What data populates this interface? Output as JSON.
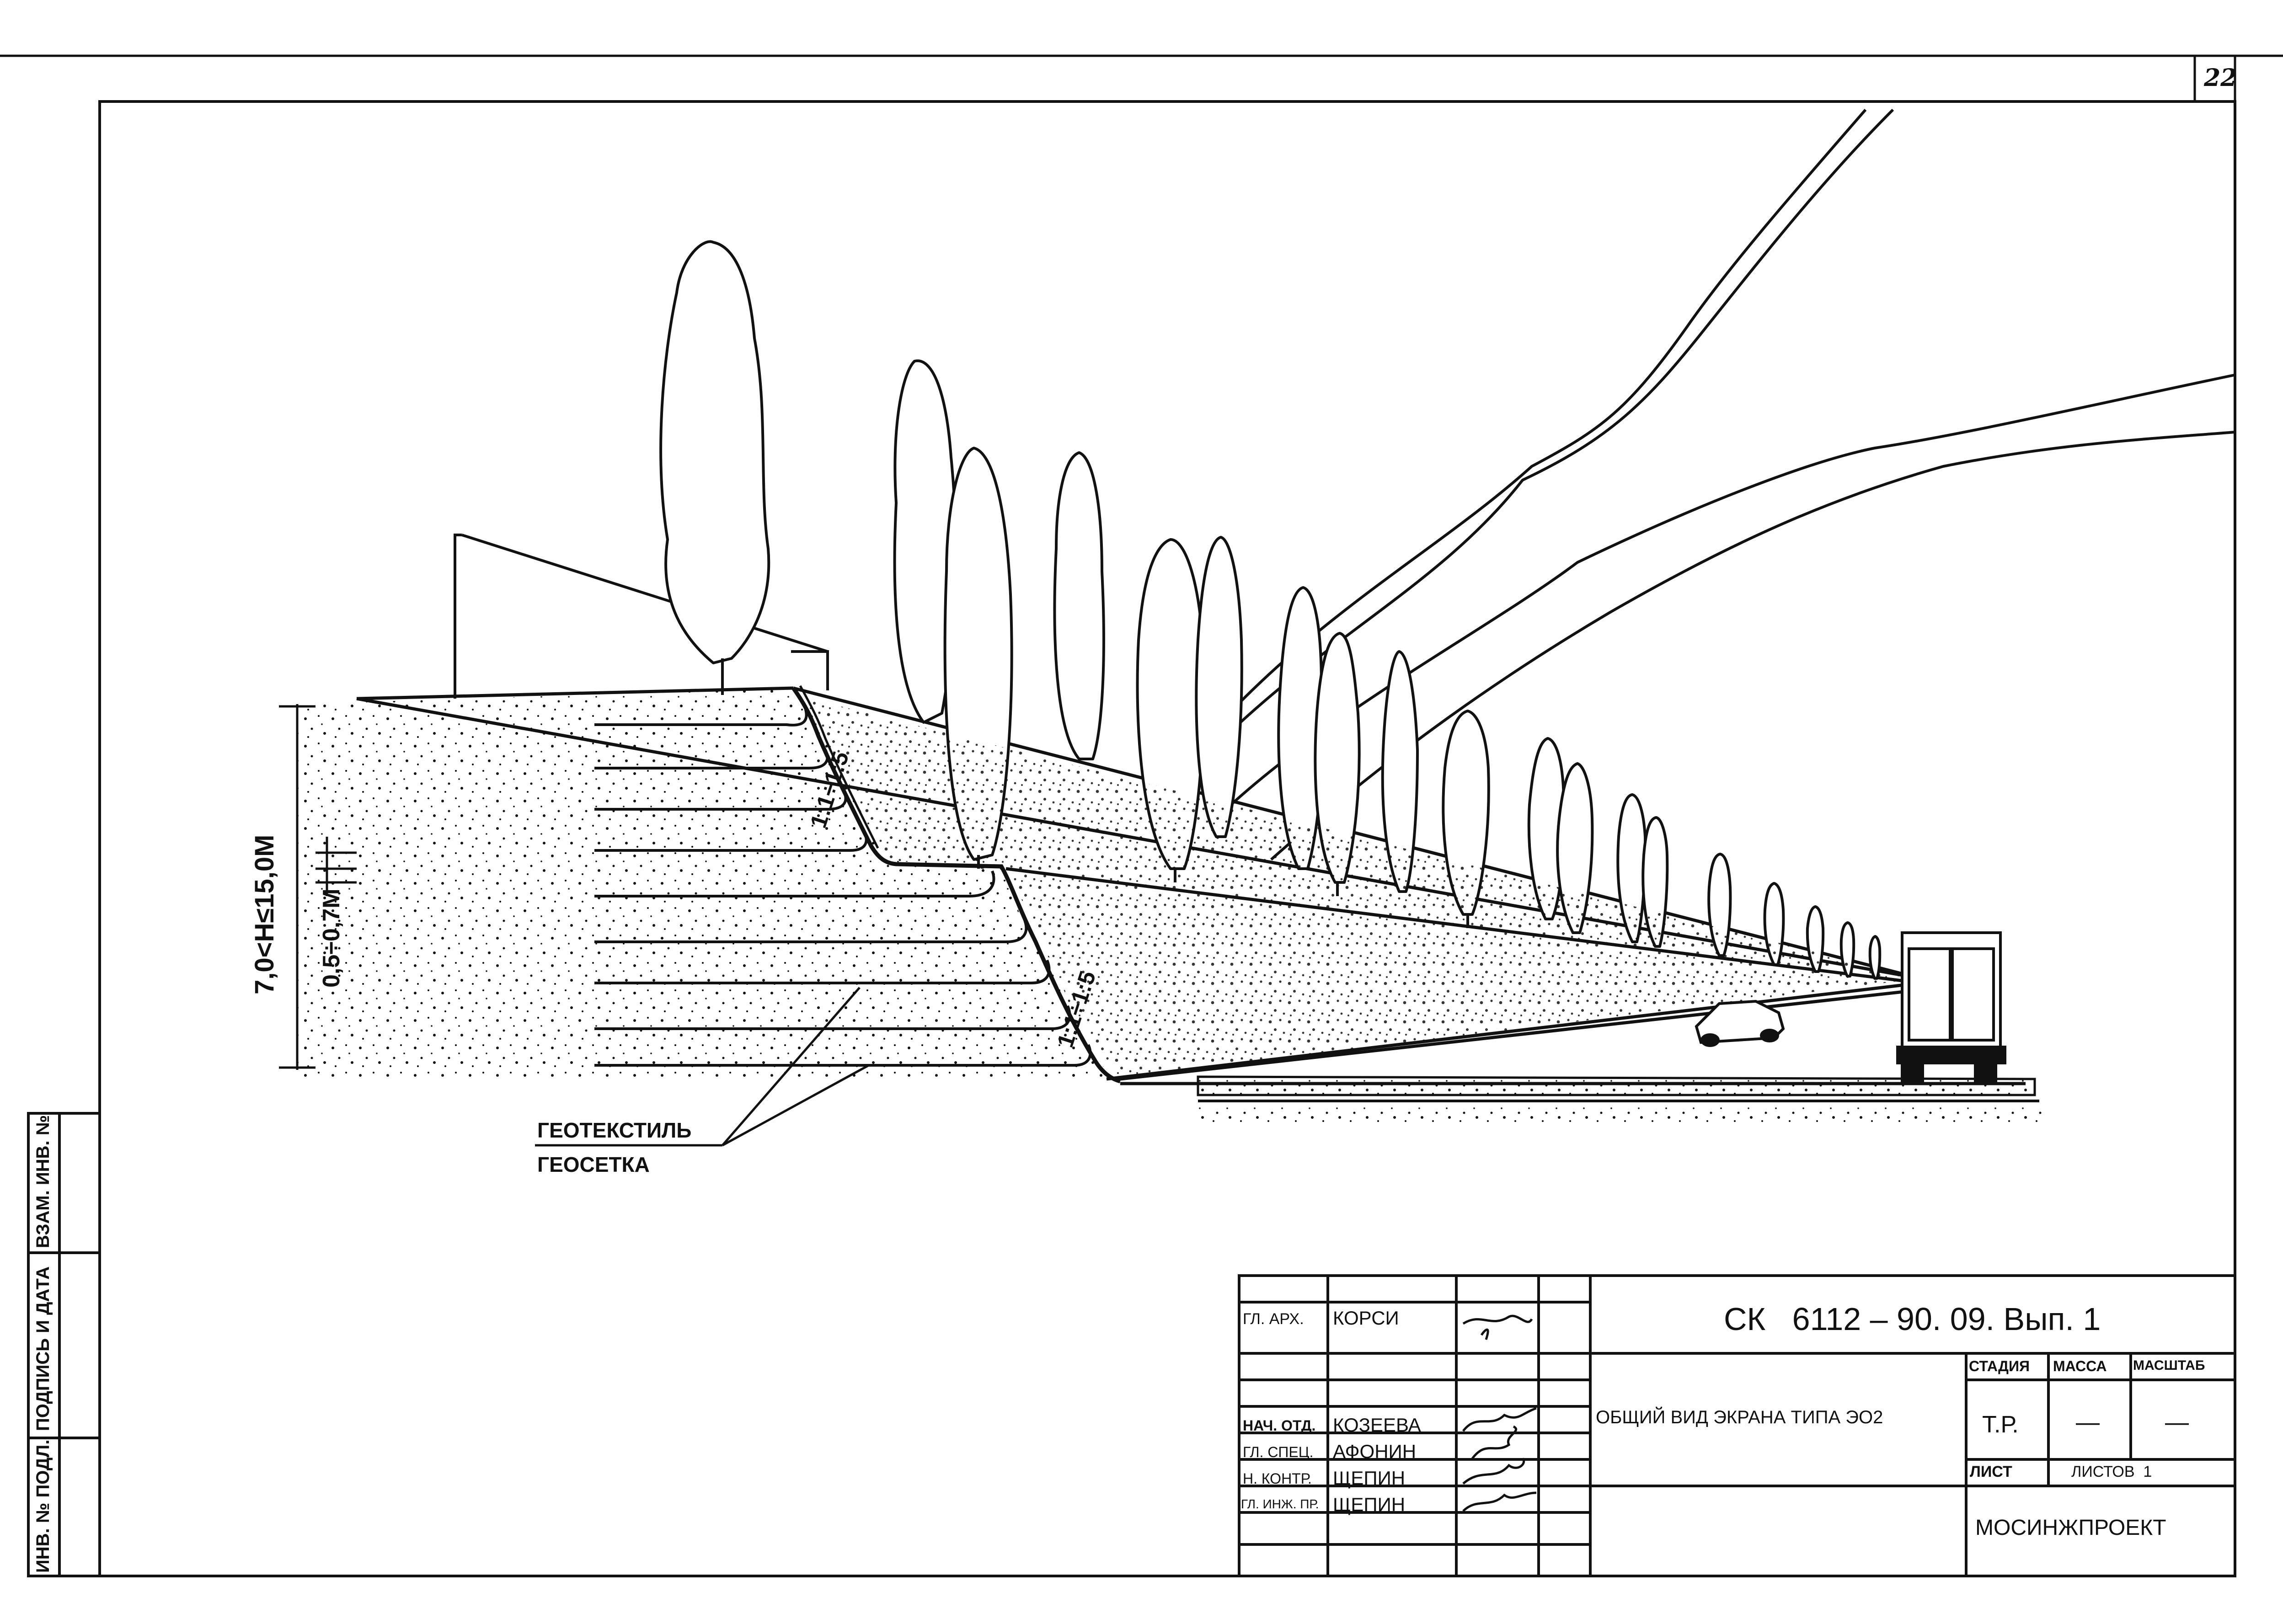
{
  "sheet": {
    "number": "22"
  },
  "side_stamp": {
    "cells": [
      "ИНВ. № ПОДЛ.",
      "ПОДПИСЬ И ДАТА",
      "ВЗАМ. ИНВ. №"
    ]
  },
  "drawing": {
    "dim_height": "7,0<H≤15,0М",
    "dim_layer": "0,5÷0,7М",
    "slope_upper": "1:1÷1:5",
    "slope_lower": "1:1÷1:5",
    "leader_top": "ГЕОТЕКСТИЛЬ",
    "leader_bottom": "ГЕОСЕТКА"
  },
  "title_block": {
    "doc_code": "СК   6112 – 90. 09. Вып. 1",
    "title": "ОБЩИЙ ВИД ЭКРАНА ТИПА ЭО2",
    "stage_header": "СТАДИЯ",
    "mass_header": "МАССА",
    "scale_header": "МАСШТАБ",
    "stage": "Т.Р.",
    "mass": "—",
    "scale": "—",
    "sheet_label": "ЛИСТ",
    "sheets_label": "ЛИСТОВ  1",
    "org": "МОСИНЖПРОЕКТ",
    "people": [
      {
        "role": "ГЛ. АРХ.",
        "name": "КОРСИ",
        "signature": "signature-korsi"
      },
      {
        "role": "НАЧ. ОТД.",
        "name": "КОЗЕЕВА",
        "signature": "signature-kozeeva"
      },
      {
        "role": "ГЛ. СПЕЦ.",
        "name": "АФОНИН",
        "signature": "signature-afonin"
      },
      {
        "role": "Н. КОНТР.",
        "name": "ЩЕПИН",
        "signature": "signature-shchepin"
      },
      {
        "role": "ГЛ. ИНЖ. ПР.",
        "name": "ЩЕПИН",
        "signature": "signature-shchepin-2"
      }
    ]
  },
  "colors": {
    "ink": "#111111",
    "paper": "#ffffff"
  }
}
